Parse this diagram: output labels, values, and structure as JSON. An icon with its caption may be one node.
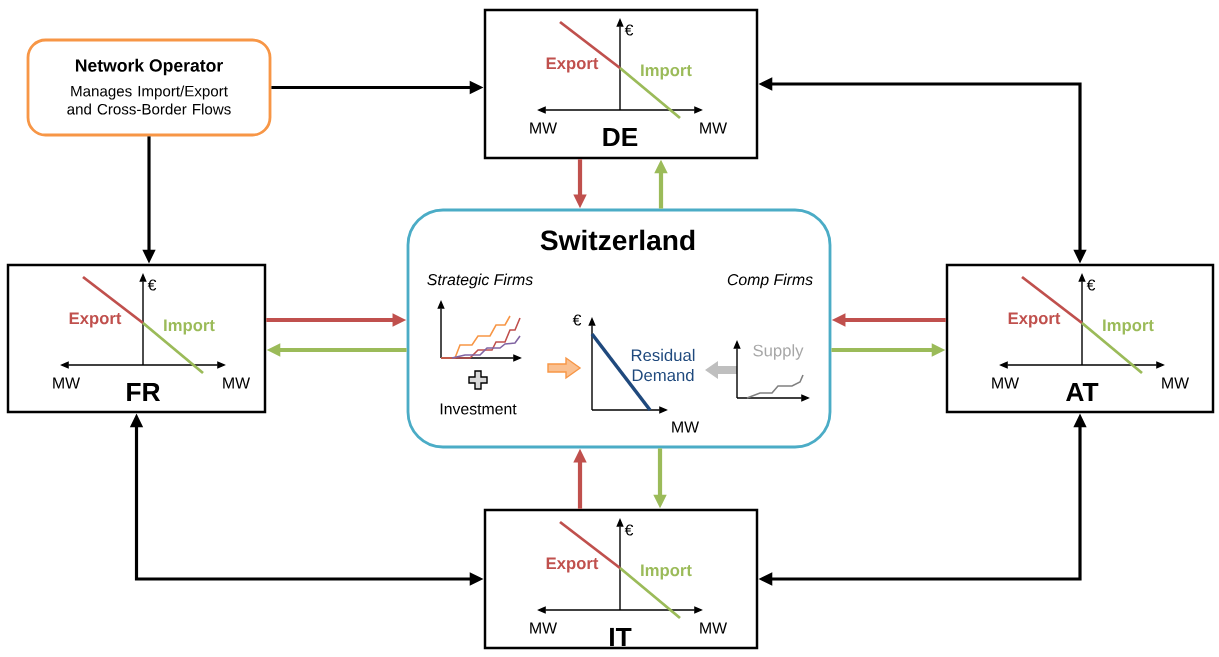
{
  "diagram": {
    "nodes": [
      {
        "text": [
          "Network Operator",
          "Manages Import/Export and Cross-Border Flows"
        ]
      },
      {
        "text": [
          "€",
          "Export",
          "Import",
          "MW",
          "MW",
          "DE"
        ]
      },
      {
        "text": [
          "€",
          "Export",
          "Import",
          "MW",
          "MW",
          "FR"
        ]
      },
      {
        "text": [
          "Switzerland",
          "Strategic Firms",
          "Comp Firms",
          "€",
          "Residual Demand",
          "Supply",
          "Investment",
          "MW"
        ]
      },
      {
        "text": [
          "€",
          "Export",
          "Import",
          "MW",
          "MW",
          "AT"
        ]
      },
      {
        "text": [
          "€",
          "Export",
          "Import",
          "MW",
          "MW",
          "IT"
        ]
      }
    ],
    "edges": [
      {
        "from": 0,
        "to": 1,
        "arrow": "to",
        "color": "#000000"
      },
      {
        "from": 0,
        "to": 2,
        "arrow": "to",
        "color": "#000000"
      },
      {
        "from": 1,
        "to": 4,
        "arrow": "both",
        "color": "#000000"
      },
      {
        "from": 2,
        "to": 5,
        "arrow": "both",
        "color": "#000000"
      },
      {
        "from": 4,
        "to": 5,
        "arrow": "both",
        "color": "#000000"
      },
      {
        "from": 1,
        "to": 3,
        "arrow": "to",
        "color": "#c0504d"
      },
      {
        "from": 3,
        "to": 1,
        "arrow": "to",
        "color": "#9bbb59"
      },
      {
        "from": 2,
        "to": 3,
        "arrow": "to",
        "color": "#c0504d"
      },
      {
        "from": 3,
        "to": 2,
        "arrow": "to",
        "color": "#9bbb59"
      },
      {
        "from": 4,
        "to": 3,
        "arrow": "to",
        "color": "#c0504d"
      },
      {
        "from": 3,
        "to": 4,
        "arrow": "to",
        "color": "#9bbb59"
      },
      {
        "from": 5,
        "to": 3,
        "arrow": "to",
        "color": "#c0504d"
      },
      {
        "from": 3,
        "to": 5,
        "arrow": "to",
        "color": "#9bbb59"
      }
    ]
  }
}
